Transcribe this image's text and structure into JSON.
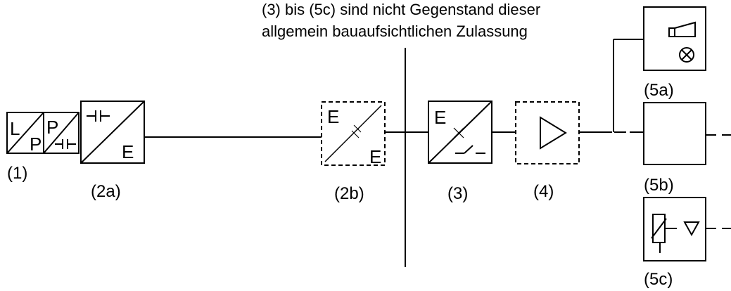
{
  "note": {
    "line1": "(3) bis (5c) sind nicht Gegenstand dieser",
    "line2": "allgemein bauaufsichtlichen Zulassung"
  },
  "captions": {
    "c1": "(1)",
    "c2a": "(2a)",
    "c2b": "(2b)",
    "c3": "(3)",
    "c4": "(4)",
    "c5a": "(5a)",
    "c5b": "(5b)",
    "c5c": "(5c)"
  },
  "symbols": {
    "b1_L": "L",
    "b1_P": "P",
    "b1b_P": "P",
    "b2a_E": "E",
    "b2b_E_top": "E",
    "b2b_E_bottom": "E",
    "b3_E": "E"
  },
  "colors": {
    "line": "#000000",
    "background": "#ffffff"
  }
}
